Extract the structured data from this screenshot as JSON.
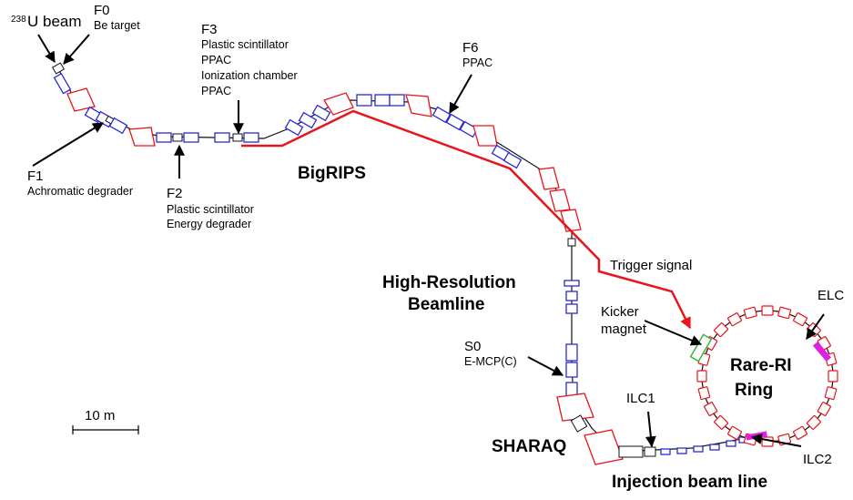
{
  "labels": {
    "beam": "U beam",
    "beam_sup": "238",
    "f0": "F0",
    "f0_sub": "Be target",
    "f1": "F1",
    "f1_sub": "Achromatic degrader",
    "f2": "F2",
    "f2_sub1": "Plastic scintillator",
    "f2_sub2": "Energy degrader",
    "f3": "F3",
    "f3_sub1": "Plastic scintillator",
    "f3_sub2": "PPAC",
    "f3_sub3": "Ionization chamber",
    "f3_sub4": "PPAC",
    "f6": "F6",
    "f6_sub": "PPAC",
    "bigrips": "BigRIPS",
    "hrb1": "High-Resolution",
    "hrb2": "Beamline",
    "trigger": "Trigger signal",
    "kicker1": "Kicker",
    "kicker2": "magnet",
    "elc": "ELC",
    "ring1": "Rare-RI",
    "ring2": "Ring",
    "s0": "S0",
    "s0_sub": "E-MCP(C)",
    "ilc1": "ILC1",
    "ilc2": "ILC2",
    "sharaq": "SHARAQ",
    "injection": "Injection beam line",
    "scale": "10 m"
  },
  "colors": {
    "dipole": "#e8141c",
    "quadrupole": "#2a2ad6",
    "trigger": "#e8141c",
    "kicker": "#3cb43c",
    "elc": "#e020e0"
  }
}
